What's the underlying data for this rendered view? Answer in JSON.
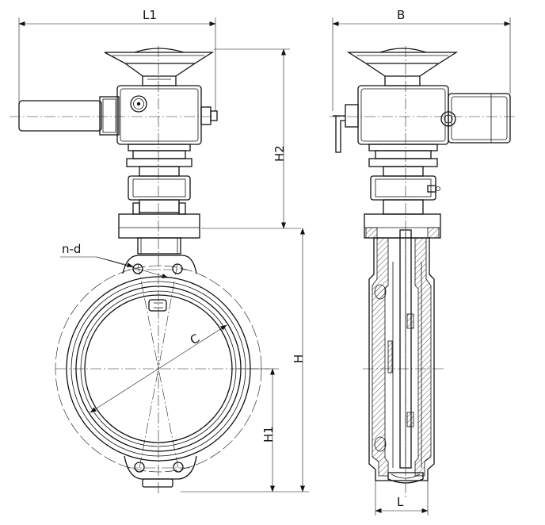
{
  "labels": {
    "L1": "L1",
    "B": "B",
    "H2": "H2",
    "H": "H",
    "H1": "H1",
    "L": "L",
    "C": "C",
    "nd": "n-d"
  }
}
